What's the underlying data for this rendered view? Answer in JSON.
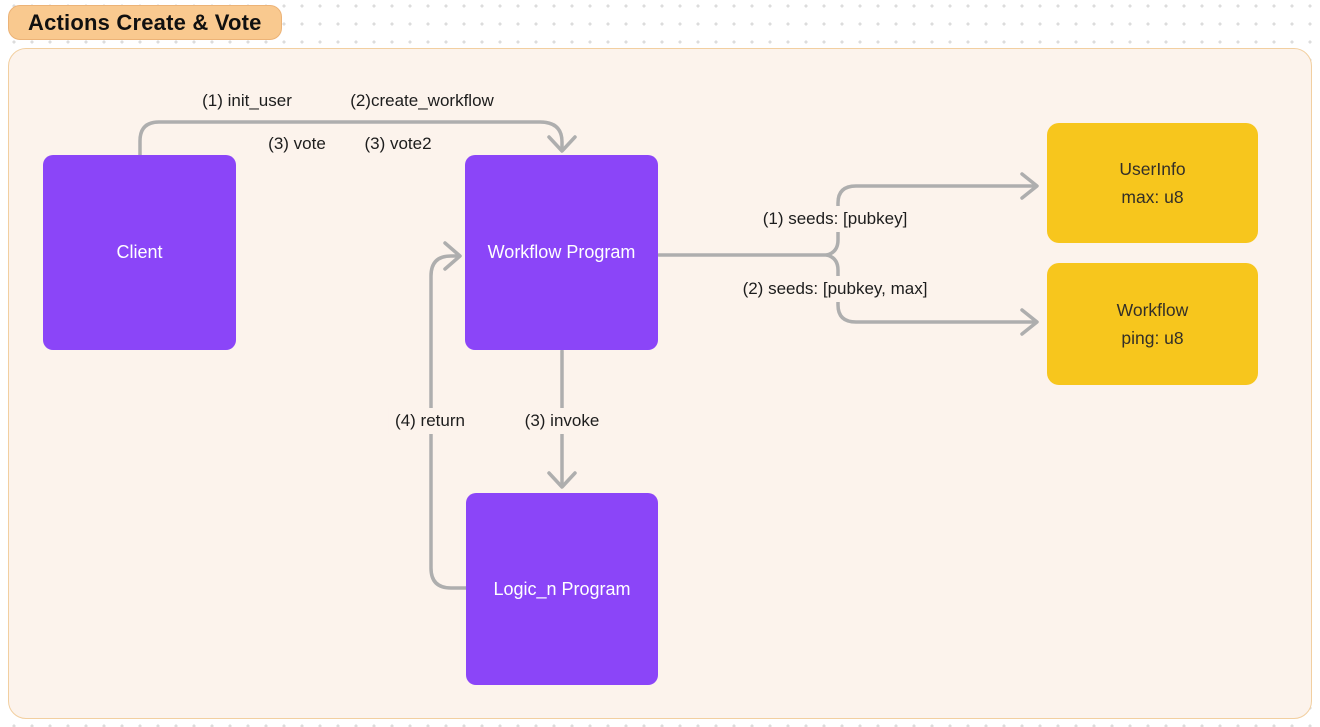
{
  "badge": {
    "label": "Actions Create & Vote"
  },
  "nodes": {
    "client": {
      "label": "Client"
    },
    "workflow_program": {
      "label": "Workflow Program"
    },
    "logic_program": {
      "label": "Logic_n Program"
    },
    "userinfo_account": {
      "title": "UserInfo",
      "field": "max: u8"
    },
    "workflow_account": {
      "title": "Workflow",
      "field": "ping: u8"
    }
  },
  "edges": {
    "init_user": {
      "label": "(1) init_user"
    },
    "create_workflow": {
      "label": "(2)create_workflow"
    },
    "vote": {
      "label": "(3) vote"
    },
    "vote2": {
      "label": "(3) vote2"
    },
    "seeds_pubkey": {
      "label": "(1) seeds: [pubkey]"
    },
    "seeds_pubkey_max": {
      "label": "(2) seeds: [pubkey, max]"
    },
    "invoke": {
      "label": "(3) invoke"
    },
    "return": {
      "label": "(4) return"
    }
  },
  "colors": {
    "program_fill": "#8B45F8",
    "account_fill": "#F7C61D",
    "arrow": "#AEAEAE",
    "canvas_fill": "#FCF3EC",
    "canvas_border": "#F2CFA0",
    "badge_fill": "#F9C98F"
  }
}
